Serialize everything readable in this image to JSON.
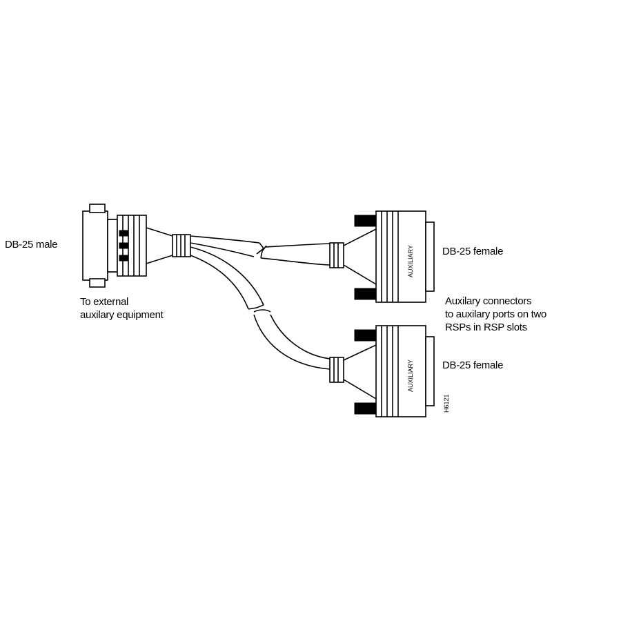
{
  "labels": {
    "male_connector": "DB-25 male",
    "external_line1": "To external",
    "external_line2": "auxilary equipment",
    "female_top": "DB-25 female",
    "aux_line1": "Auxilary connectors",
    "aux_line2": "to auxilary ports on two",
    "aux_line3": "RSPs in RSP slots",
    "female_bottom": "DB-25 female",
    "connector_face_top": "AUXILIARY",
    "connector_face_bottom": "AUXILIARY",
    "figure_id": "H6121"
  }
}
